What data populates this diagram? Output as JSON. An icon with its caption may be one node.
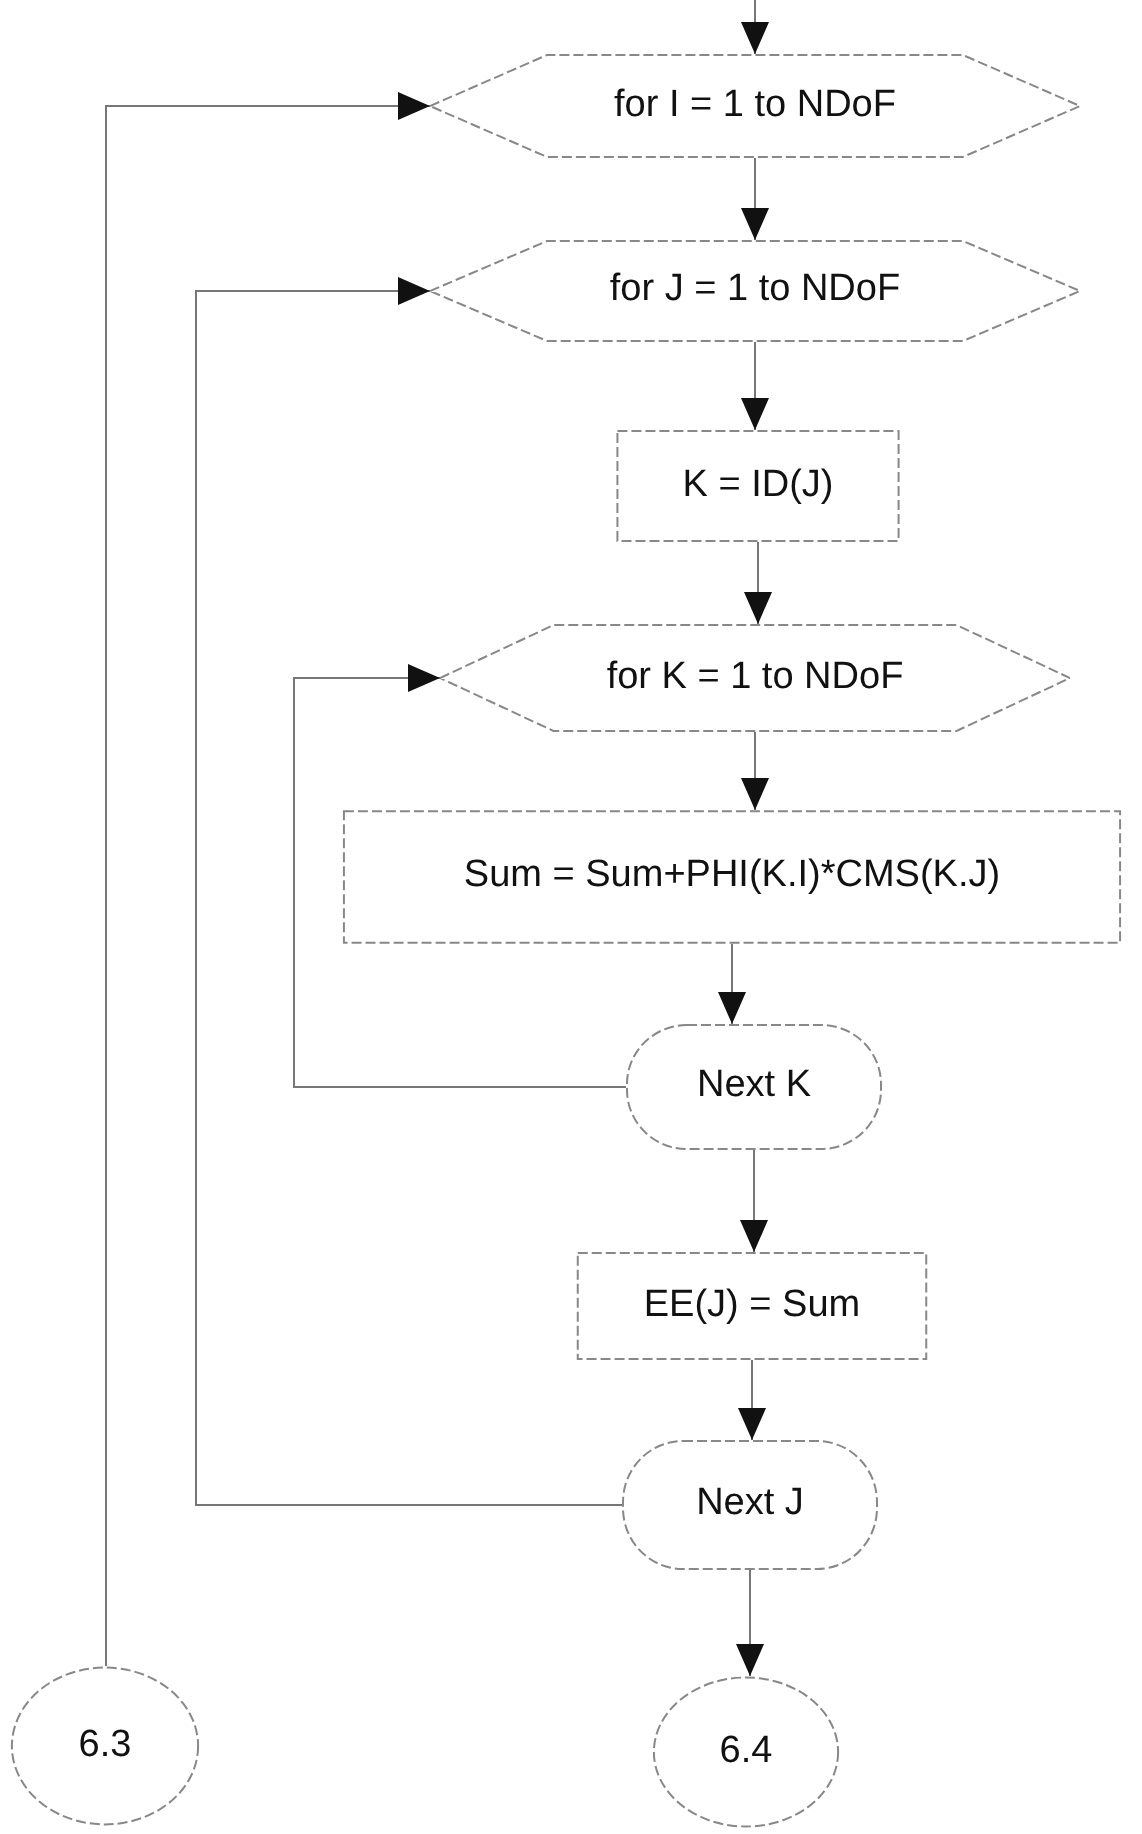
{
  "diagram": {
    "nodes": [
      {
        "text": [
          "for I = 1 to NDoF"
        ]
      },
      {
        "text": [
          "for J = 1 to NDoF"
        ]
      },
      {
        "text": [
          "K = ID(J)"
        ]
      },
      {
        "text": [
          "for K = 1 to NDoF"
        ]
      },
      {
        "text": [
          "Sum = Sum+PHI(K.I)*CMS(K.J)"
        ]
      },
      {
        "text": [
          "Next K"
        ]
      },
      {
        "text": [
          "EE(J) = Sum"
        ]
      },
      {
        "text": [
          "Next J"
        ]
      },
      {
        "text": [
          "6.4"
        ]
      },
      {
        "text": [
          "6.3"
        ]
      }
    ],
    "edges": [
      {
        "from": null,
        "to": 0,
        "arrow": "to"
      },
      {
        "from": 0,
        "to": 1,
        "arrow": "to"
      },
      {
        "from": 1,
        "to": 2,
        "arrow": "to"
      },
      {
        "from": 2,
        "to": 3,
        "arrow": "to"
      },
      {
        "from": 3,
        "to": 4,
        "arrow": "to"
      },
      {
        "from": 4,
        "to": 5,
        "arrow": "to"
      },
      {
        "from": 5,
        "to": 6,
        "arrow": "to"
      },
      {
        "from": 6,
        "to": 7,
        "arrow": "to"
      },
      {
        "from": 7,
        "to": 8,
        "arrow": "to"
      },
      {
        "from": 5,
        "to": 3,
        "arrow": "to"
      },
      {
        "from": 7,
        "to": 1,
        "arrow": "to"
      },
      {
        "from": 9,
        "to": 0,
        "arrow": "to"
      }
    ]
  }
}
